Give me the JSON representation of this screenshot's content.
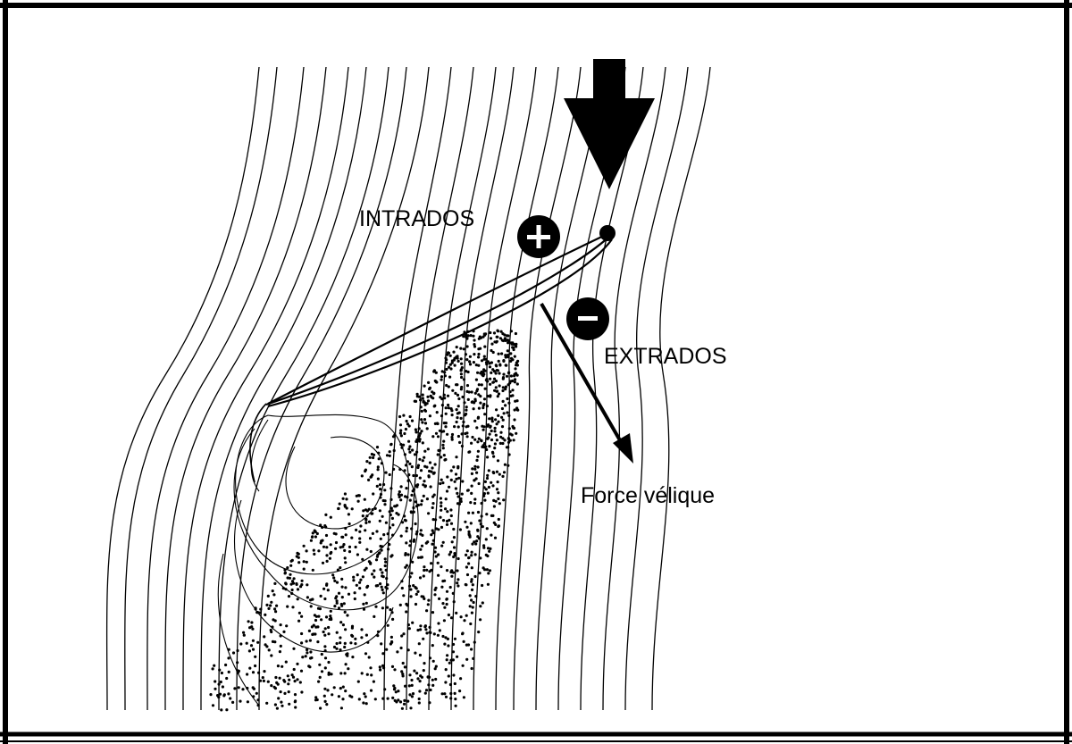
{
  "labels": {
    "intrados": "INTRADOS",
    "extrados": "EXTRADOS",
    "force": "Force vélique",
    "plus_sign": "+",
    "minus_sign": "-"
  },
  "colors": {
    "ink": "#000000",
    "background": "#ffffff"
  },
  "icons": {
    "wind_arrow": "wind-arrow-icon",
    "pressure_plus": "plus-circle-icon",
    "pressure_minus": "minus-circle-icon",
    "force_arrow": "force-arrow-icon"
  }
}
